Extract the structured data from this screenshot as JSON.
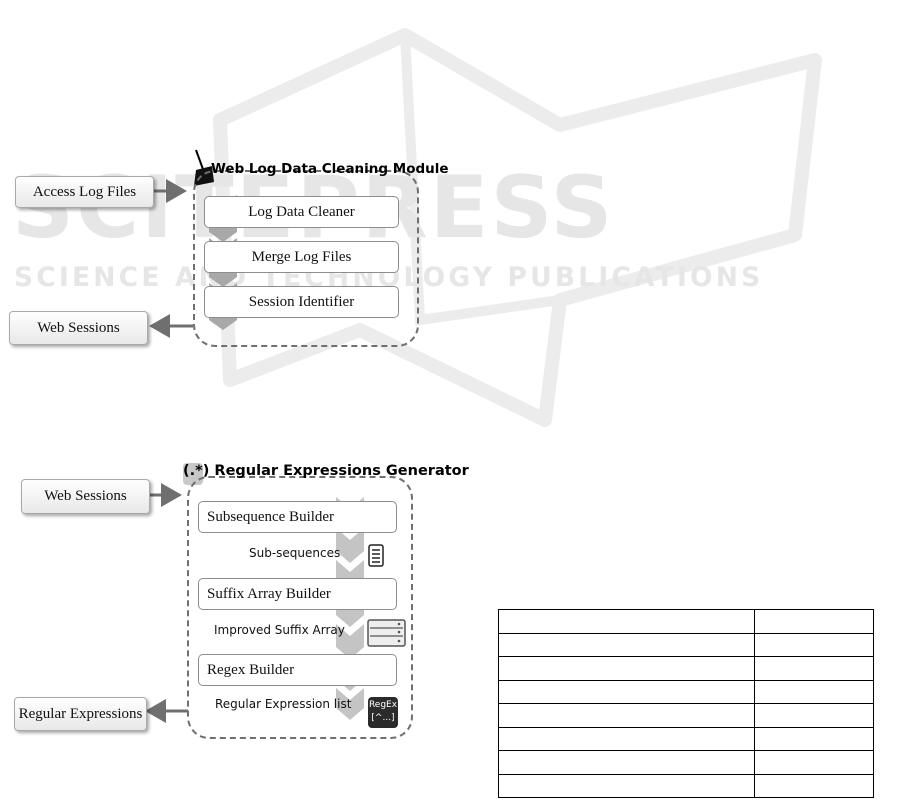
{
  "watermark": {
    "line1": "SCITEPRESS",
    "line2": "SCIENCE AND TECHNOLOGY PUBLICATIONS"
  },
  "module1": {
    "title": "Web Log Data Cleaning Module",
    "icon": "broom-icon",
    "input_label": "Access Log Files",
    "output_label": "Web Sessions",
    "steps": [
      "Log Data Cleaner",
      "Merge Log Files",
      "Session Identifier"
    ]
  },
  "module2": {
    "title": "Regular Expressions Generator",
    "title_prefix": "(.*)",
    "input_label": "Web Sessions",
    "output_label": "Regular Expressions",
    "steps": [
      "Subsequence Builder",
      "Suffix Array Builder",
      "Regex Builder"
    ],
    "intermediates": [
      "Sub-sequences",
      "Improved Suffix Array",
      "Regular Expression list"
    ],
    "regex_icon_text": [
      "RegEx",
      "[^...]"
    ]
  },
  "colors": {
    "arrow": "#6f6f6f",
    "chevron": "#b5b5b5",
    "dash": "#707070"
  },
  "table": {
    "rows": 8,
    "columns": 2
  }
}
